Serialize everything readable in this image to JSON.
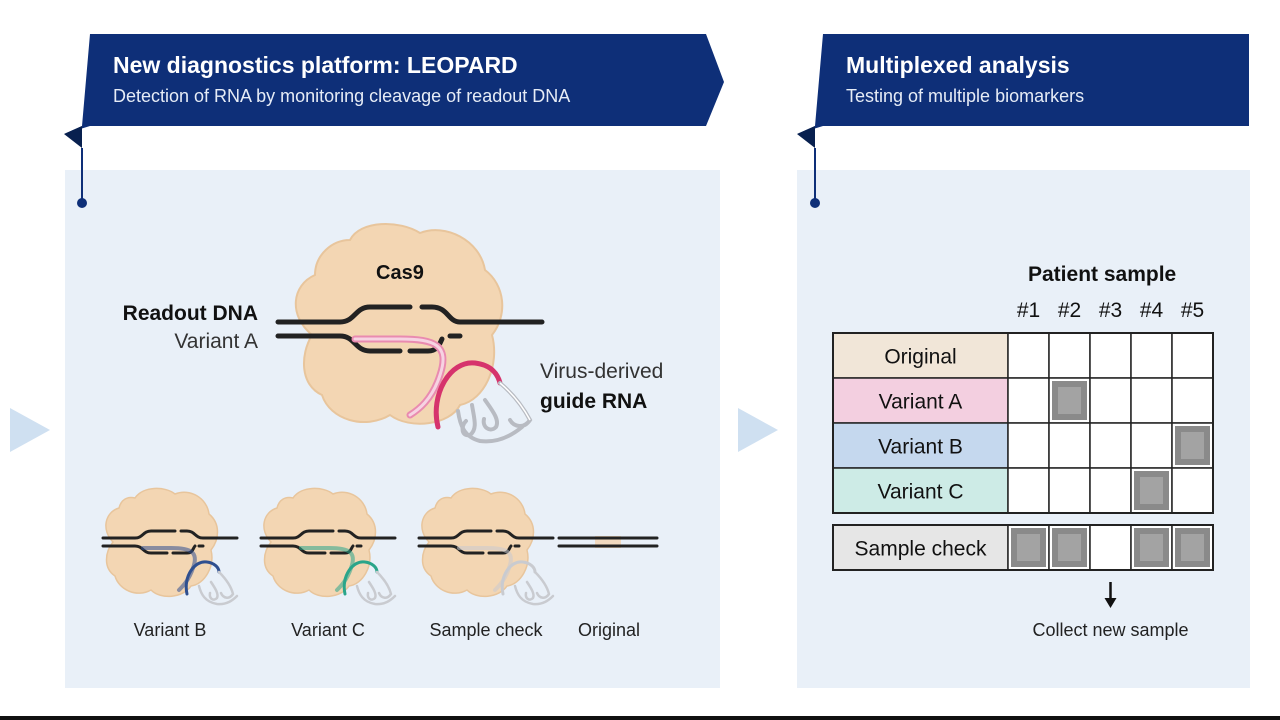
{
  "left_panel": {
    "title": "New diagnostics platform: LEOPARD",
    "subtitle": "Detection of RNA by monitoring cleavage of readout DNA",
    "protein_label": "Cas9",
    "readout_label": "Readout DNA",
    "variant_label": "Variant A",
    "guide_label_line1": "Virus-derived",
    "guide_label_line2": "guide RNA",
    "small_complexes": [
      {
        "label": "Variant B",
        "guide_color": "#2f4f8f"
      },
      {
        "label": "Variant C",
        "guide_color": "#2aa58a"
      },
      {
        "label": "Sample check",
        "guide_color": "#c9cbd0"
      }
    ],
    "uncut_label": "Original"
  },
  "right_panel": {
    "title": "Multiplexed analysis",
    "subtitle": "Testing of multiple biomarkers",
    "table_title": "Patient sample",
    "columns": [
      "#1",
      "#2",
      "#3",
      "#4",
      "#5"
    ],
    "rows": [
      {
        "label": "Original",
        "color": "#f1e6d8",
        "cells": [
          0,
          0,
          0,
          0,
          0
        ]
      },
      {
        "label": "Variant A",
        "color": "#f3cfe0",
        "cells": [
          0,
          1,
          0,
          0,
          0
        ]
      },
      {
        "label": "Variant B",
        "color": "#c5d8ee",
        "cells": [
          0,
          0,
          0,
          0,
          1
        ]
      },
      {
        "label": "Variant C",
        "color": "#cdebe6",
        "cells": [
          0,
          0,
          0,
          1,
          0
        ]
      }
    ],
    "check_row": {
      "label": "Sample check",
      "color": "#e6e6e6",
      "cells": [
        1,
        1,
        0,
        1,
        1
      ]
    },
    "footer_note": "Collect new sample"
  },
  "colors": {
    "banner": "#0e2f78",
    "panel_bg": "#e9f0f8",
    "protein": "#f3d6b3",
    "protein_outline": "#e8c59c",
    "dna": "#222222",
    "guide_pink": "#d6336c",
    "guide_gray": "#c9cbd0",
    "detected_cell": "#8a8a8a",
    "arrow_light": "#cfe0f1"
  }
}
